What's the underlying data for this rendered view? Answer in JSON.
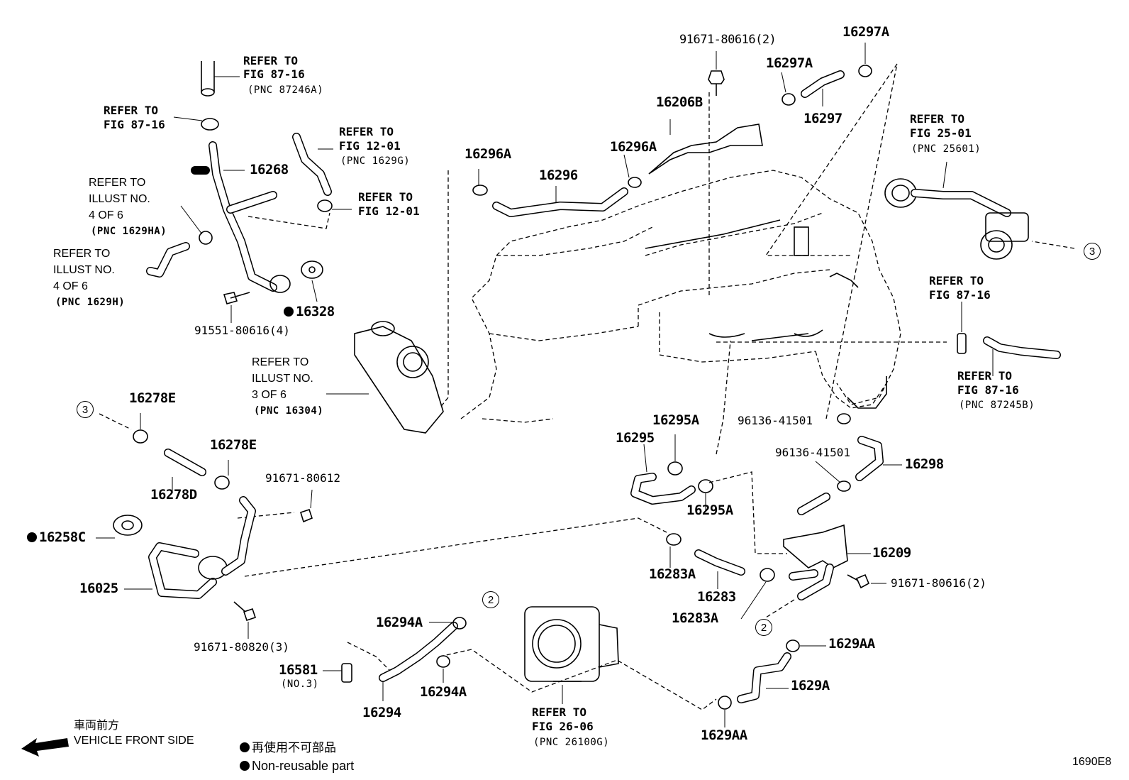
{
  "part_numbers": {
    "p91671_80616_2_top": "91671-80616(2)",
    "p16297A_a": "16297A",
    "p16297A_b": "16297A",
    "p16297": "16297",
    "p16206B": "16206B",
    "p16296A_a": "16296A",
    "p16296A_b": "16296A",
    "p16296": "16296",
    "p16268": "16268",
    "p16328": "16328",
    "p91551": "91551-80616(4)",
    "p16278E_a": "16278E",
    "p16278E_b": "16278E",
    "p16278D": "16278D",
    "p91671_80612": "91671-80612",
    "p16258C": "16258C",
    "p16025": "16025",
    "p91671_80820": "91671-80820(3)",
    "p16294A_a": "16294A",
    "p16294A_b": "16294A",
    "p16294": "16294",
    "p16581": "16581",
    "p16581_no": "(NO.3)",
    "p16295": "16295",
    "p16295A_a": "16295A",
    "p16295A_b": "16295A",
    "p96136_a": "96136-41501",
    "p96136_b": "96136-41501",
    "p16298": "16298",
    "p16209": "16209",
    "p91671_80616_2_right": "91671-80616(2)",
    "p16283A_a": "16283A",
    "p16283": "16283",
    "p16283A_b": "16283A",
    "p1629AA_a": "1629AA",
    "p1629A": "1629A",
    "p1629AA_b": "1629AA"
  },
  "references": {
    "r1_l1": "REFER TO",
    "r1_l2": "FIG 87-16",
    "r1_l3": "(PNC 87246A)",
    "r2_l1": "REFER TO",
    "r2_l2": "FIG 87-16",
    "r3_l1": "REFER TO",
    "r3_l2": "FIG 12-01",
    "r3_l3": "(PNC 1629G)",
    "r4_l1": "REFER TO",
    "r4_l2": "FIG 12-01",
    "r5_l1": "REFER TO",
    "r5_l2": "ILLUST NO.",
    "r5_l3": "4 OF 6",
    "r5_l4": "(PNC 1629HA)",
    "r6_l1": "REFER TO",
    "r6_l2": "ILLUST NO.",
    "r6_l3": "4 OF 6",
    "r6_l4": "(PNC 1629H)",
    "r7_l1": "REFER TO",
    "r7_l2": "ILLUST NO.",
    "r7_l3": "3 OF 6",
    "r7_l4": "(PNC 16304)",
    "r8_l1": "REFER TO",
    "r8_l2": "FIG 25-01",
    "r8_l3": "(PNC 25601)",
    "r9_l1": "REFER TO",
    "r9_l2": "FIG 87-16",
    "r10_l1": "REFER TO",
    "r10_l2": "FIG 87-16",
    "r10_l3": "(PNC 87245B)",
    "r11_l1": "REFER TO",
    "r11_l2": "FIG 26-06",
    "r11_l3": "(PNC 26100G)"
  },
  "callouts": {
    "c3a": "3",
    "c3b": "3",
    "c2a": "2",
    "c2b": "2"
  },
  "legend": {
    "direction_jp": "車両前方",
    "direction_en": "VEHICLE FRONT SIDE",
    "nonreuse_jp": "再使用不可部品",
    "nonreuse_en": "Non-reusable part"
  },
  "figure_code": "1690E8"
}
